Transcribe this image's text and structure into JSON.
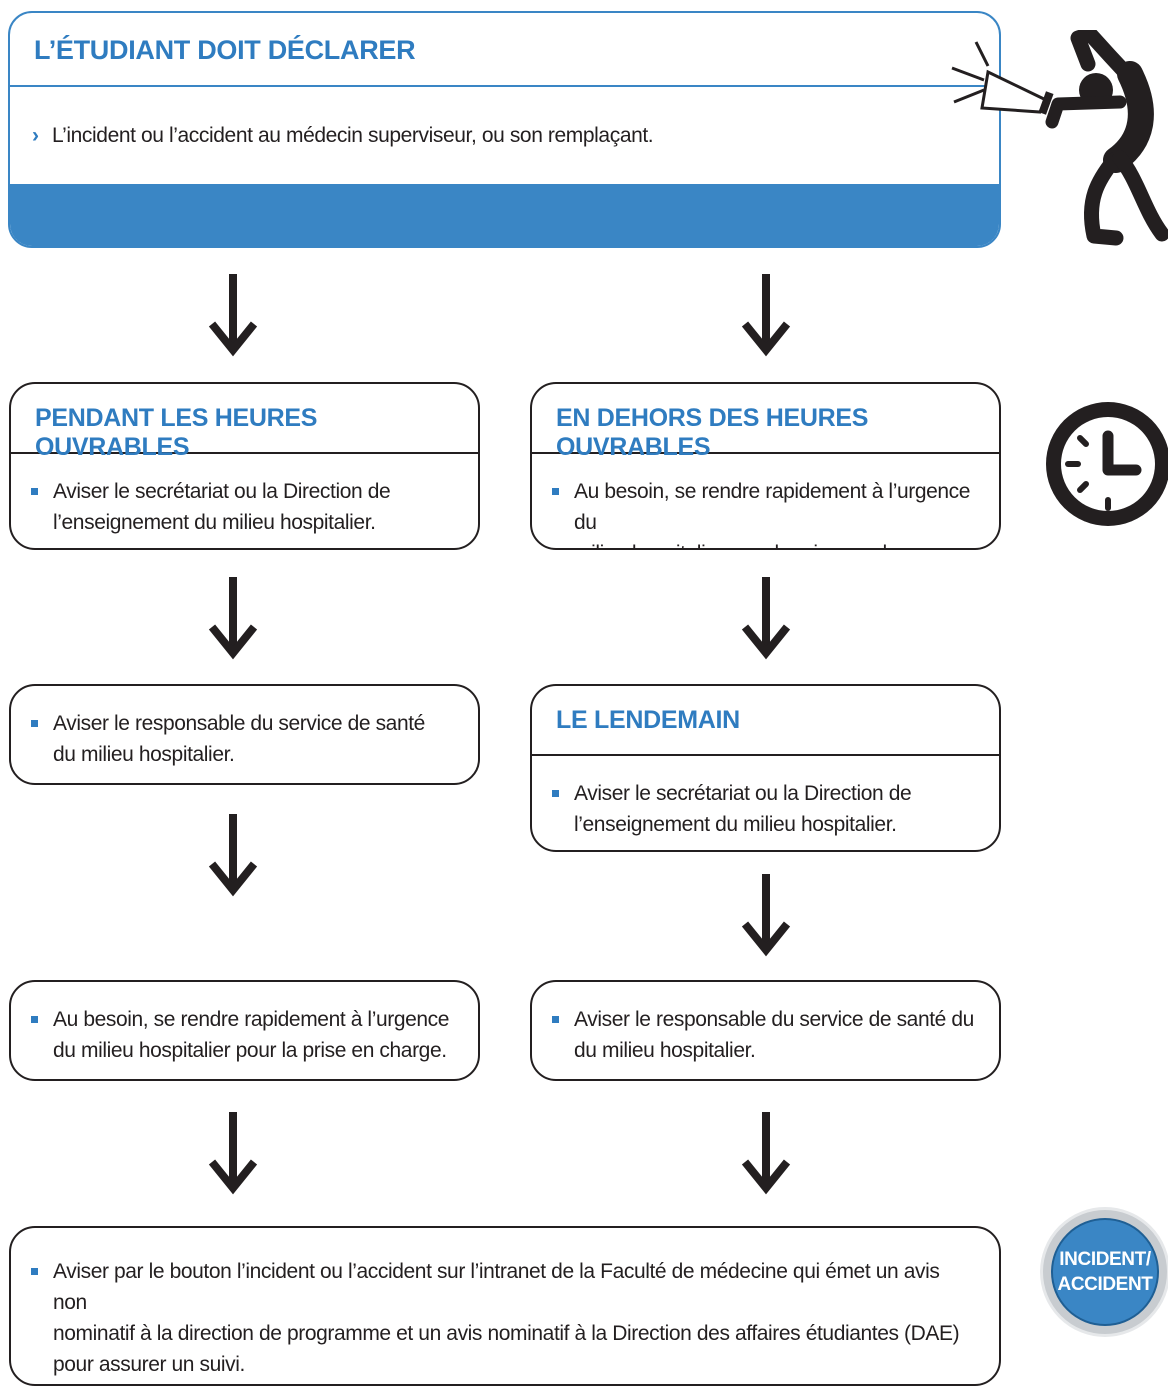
{
  "top": {
    "title": "L’ÉTUDIANT DOIT DÉCLARER",
    "chevron": "›",
    "text": "L’incident ou l’accident au médecin superviseur, ou son remplaçant."
  },
  "left_column": {
    "hours_box": {
      "title": "PENDANT LES HEURES OUVRABLES",
      "lines": [
        "Aviser le secrétariat ou la Direction de",
        "l’enseignement du milieu hospitalier."
      ]
    },
    "health_box": {
      "lines": [
        "Aviser le responsable du service de santé",
        "du milieu hospitalier."
      ]
    },
    "emergency_box": {
      "lines": [
        "Au besoin, se rendre rapidement à l’urgence",
        "du milieu hospitalier pour la prise en charge."
      ]
    }
  },
  "right_column": {
    "after_hours_box": {
      "title": "EN DEHORS DES HEURES OUVRABLES",
      "lines": [
        "Au besoin, se rendre rapidement à l’urgence du",
        "milieu hospitalier pour la prise en charge."
      ]
    },
    "next_day_box": {
      "title": "LE LENDEMAIN",
      "lines": [
        "Aviser le secrétariat ou la Direction de",
        "l’enseignement du milieu hospitalier."
      ]
    },
    "health_box": {
      "lines": [
        "Aviser le responsable du service de santé du",
        "du milieu hospitalier."
      ]
    }
  },
  "final_box": {
    "lines": [
      "Aviser par le bouton l’incident ou l’accident sur l’intranet de la Faculté de médecine qui émet un avis non",
      "nominatif à la direction de programme et un avis nominatif à la Direction des affaires étudiantes (DAE)",
      "pour assurer un suivi."
    ]
  },
  "badge": {
    "line1": "INCIDENT/",
    "line2": "ACCIDENT"
  },
  "icons": {
    "person": "person-with-megaphone-icon",
    "clock": "clock-icon",
    "arrow": "arrow-down-icon"
  },
  "colors": {
    "accent": "#3a86c5",
    "title_blue": "#2f7cc0",
    "dark": "#231f20"
  }
}
